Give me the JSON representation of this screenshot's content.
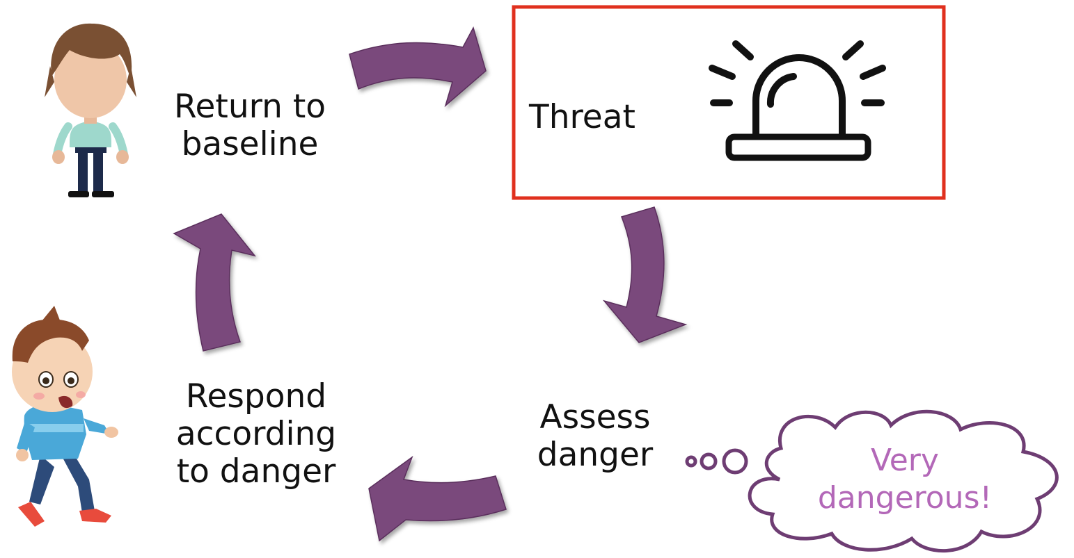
{
  "cycle": {
    "steps": [
      {
        "id": "threat",
        "label": "Threat"
      },
      {
        "id": "assess",
        "label": "Assess\ndanger"
      },
      {
        "id": "respond",
        "label": "Respond\naccording\nto danger"
      },
      {
        "id": "return",
        "label": "Return to\nbaseline"
      }
    ]
  },
  "thought_bubble": {
    "text": "Very\ndangerous!"
  },
  "icons": [
    "alarm-siren-icon",
    "calm-child-icon",
    "scared-child-icon"
  ],
  "colors": {
    "arrow": "#7a4a7c",
    "threat_border": "#e0301e",
    "thought_text": "#b368b8",
    "cloud_stroke": "#6e3d73"
  }
}
